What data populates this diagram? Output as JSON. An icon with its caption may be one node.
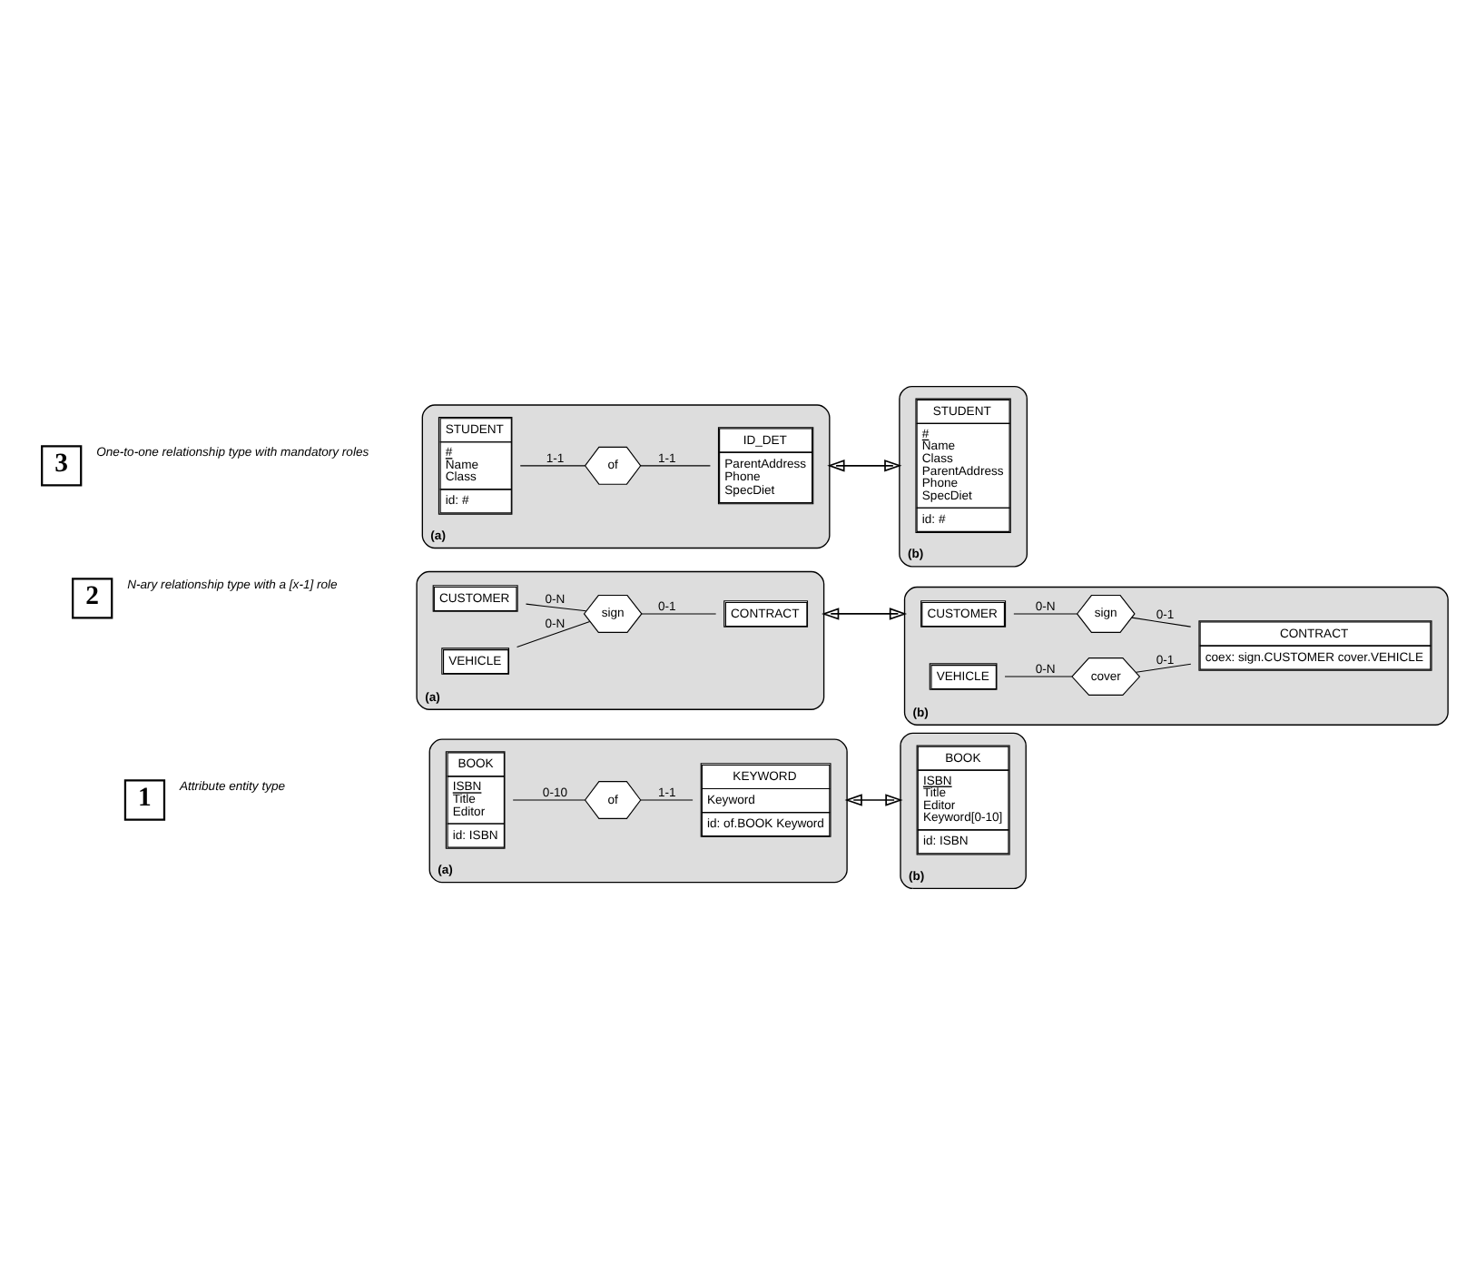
{
  "diagram": {
    "nodes": [
      {
        "text": [
          "1"
        ],
        "beside": [
          "Attribute entity type"
        ]
      },
      {
        "text": [
          "(a)"
        ]
      },
      {
        "text": [
          "BOOK",
          "ISBN",
          "Title",
          "Editor",
          "id: ISBN"
        ],
        "in": 1
      },
      {
        "text": [
          "of"
        ],
        "in": 1
      },
      {
        "text": [
          "KEYWORD",
          "Keyword",
          "id: of.BOOK Keyword"
        ],
        "in": 1
      },
      {
        "text": [
          "(b)"
        ]
      },
      {
        "text": [
          "BOOK",
          "ISBN",
          "Title",
          "Editor",
          "Keyword[0-10]",
          "id: ISBN"
        ],
        "in": 5
      },
      {
        "text": [
          "2"
        ],
        "beside": [
          "N-ary relationship type with a [x-1] role"
        ]
      },
      {
        "text": [
          "(a)"
        ]
      },
      {
        "text": [
          "CUSTOMER"
        ],
        "in": 8
      },
      {
        "text": [
          "VEHICLE"
        ],
        "in": 8
      },
      {
        "text": [
          "sign"
        ],
        "in": 8
      },
      {
        "text": [
          "CONTRACT"
        ],
        "in": 8
      },
      {
        "text": [
          "(b)"
        ]
      },
      {
        "text": [
          "CUSTOMER"
        ],
        "in": 13
      },
      {
        "text": [
          "VEHICLE"
        ],
        "in": 13
      },
      {
        "text": [
          "sign"
        ],
        "in": 13
      },
      {
        "text": [
          "cover"
        ],
        "in": 13
      },
      {
        "text": [
          "CONTRACT",
          "coex: sign.CUSTOMER cover.VEHICLE"
        ],
        "in": 13
      },
      {
        "text": [
          "3"
        ],
        "beside": [
          "One-to-one relationship type with mandatory roles"
        ]
      },
      {
        "text": [
          "(a)"
        ]
      },
      {
        "text": [
          "STUDENT",
          "#",
          "Name",
          "Class",
          "id: #"
        ],
        "in": 20
      },
      {
        "text": [
          "of"
        ],
        "in": 20
      },
      {
        "text": [
          "ID_DET",
          "ParentAddress",
          "Phone",
          "SpecDiet"
        ],
        "in": 20
      },
      {
        "text": [
          "(b)"
        ]
      },
      {
        "text": [
          "STUDENT",
          "#",
          "Name",
          "Class",
          "ParentAddress",
          "Phone",
          "SpecDiet",
          "id: #"
        ],
        "in": 24
      }
    ],
    "edges": [
      {
        "from": 2,
        "to": 3,
        "arrow": "none",
        "label": "0-10"
      },
      {
        "from": 3,
        "to": 4,
        "arrow": "none",
        "label": "1-1"
      },
      {
        "from": 1,
        "to": 5,
        "arrow": "both"
      },
      {
        "from": 9,
        "to": 11,
        "arrow": "none",
        "label": "0-N"
      },
      {
        "from": 10,
        "to": 11,
        "arrow": "none",
        "label": "0-N"
      },
      {
        "from": 11,
        "to": 12,
        "arrow": "none",
        "label": "0-1"
      },
      {
        "from": 14,
        "to": 16,
        "arrow": "none",
        "label": "0-N"
      },
      {
        "from": 15,
        "to": 17,
        "arrow": "none",
        "label": "0-N"
      },
      {
        "from": 16,
        "to": 18,
        "arrow": "none",
        "label": "0-1"
      },
      {
        "from": 17,
        "to": 18,
        "arrow": "none",
        "label": "0-1"
      },
      {
        "from": 8,
        "to": 13,
        "arrow": "both"
      },
      {
        "from": 21,
        "to": 22,
        "arrow": "none",
        "label": "1-1"
      },
      {
        "from": 22,
        "to": 23,
        "arrow": "none",
        "label": "1-1"
      },
      {
        "from": 20,
        "to": 24,
        "arrow": "both"
      }
    ]
  }
}
